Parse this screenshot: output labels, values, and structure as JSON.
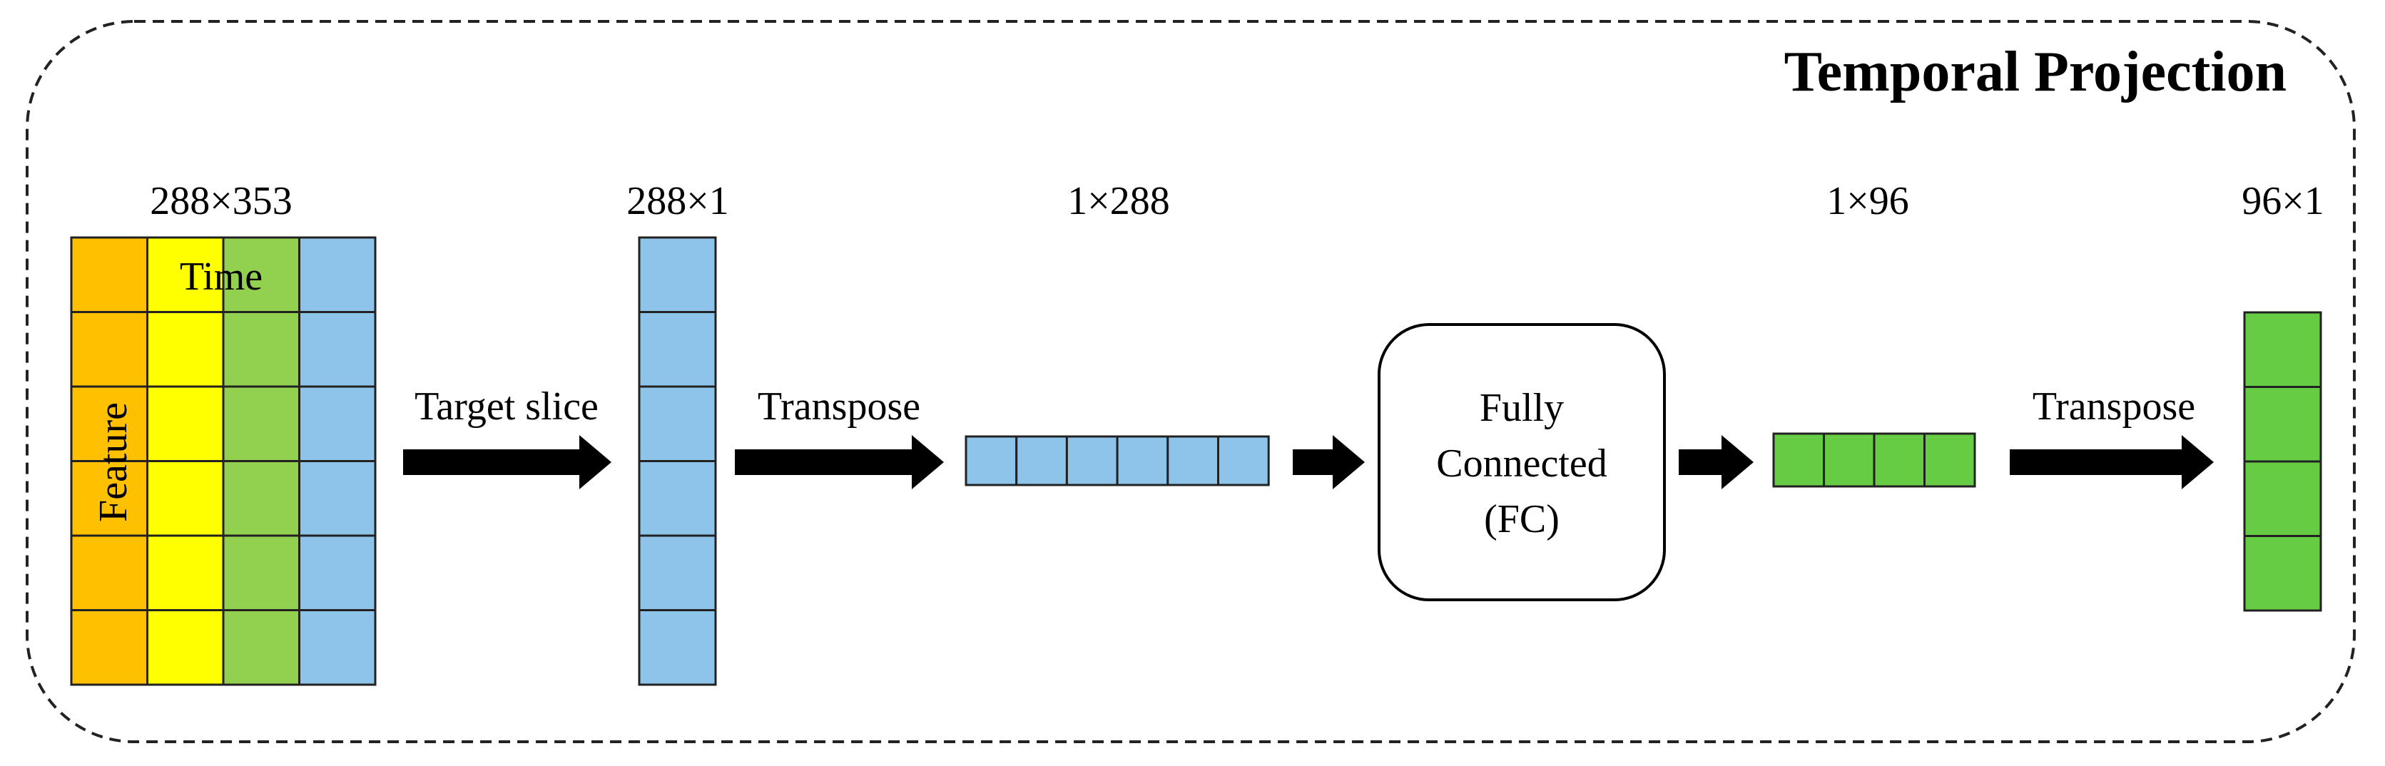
{
  "title": "Temporal Projection",
  "input_matrix": {
    "dims": "288×353",
    "time_label": "Time",
    "feature_label": "Feature",
    "rows": 6,
    "column_colors": [
      "#FFC000",
      "#FFFF00",
      "#92D050",
      "#8EC4EA"
    ]
  },
  "step1": {
    "label": "Target slice"
  },
  "slice": {
    "dims": "288×1",
    "cells": 6,
    "color": "#8EC4EA"
  },
  "step2": {
    "label": "Transpose"
  },
  "row_vector": {
    "dims": "1×288",
    "cells": 6,
    "color": "#8EC4EA"
  },
  "fc_block": {
    "line1": "Fully",
    "line2": "Connected",
    "line3": "(FC)"
  },
  "output_row": {
    "dims": "1×96",
    "cells": 4,
    "color": "#66CC44"
  },
  "step3": {
    "label": "Transpose"
  },
  "output_col": {
    "dims": "96×1",
    "cells": 4,
    "color": "#66CC44"
  }
}
